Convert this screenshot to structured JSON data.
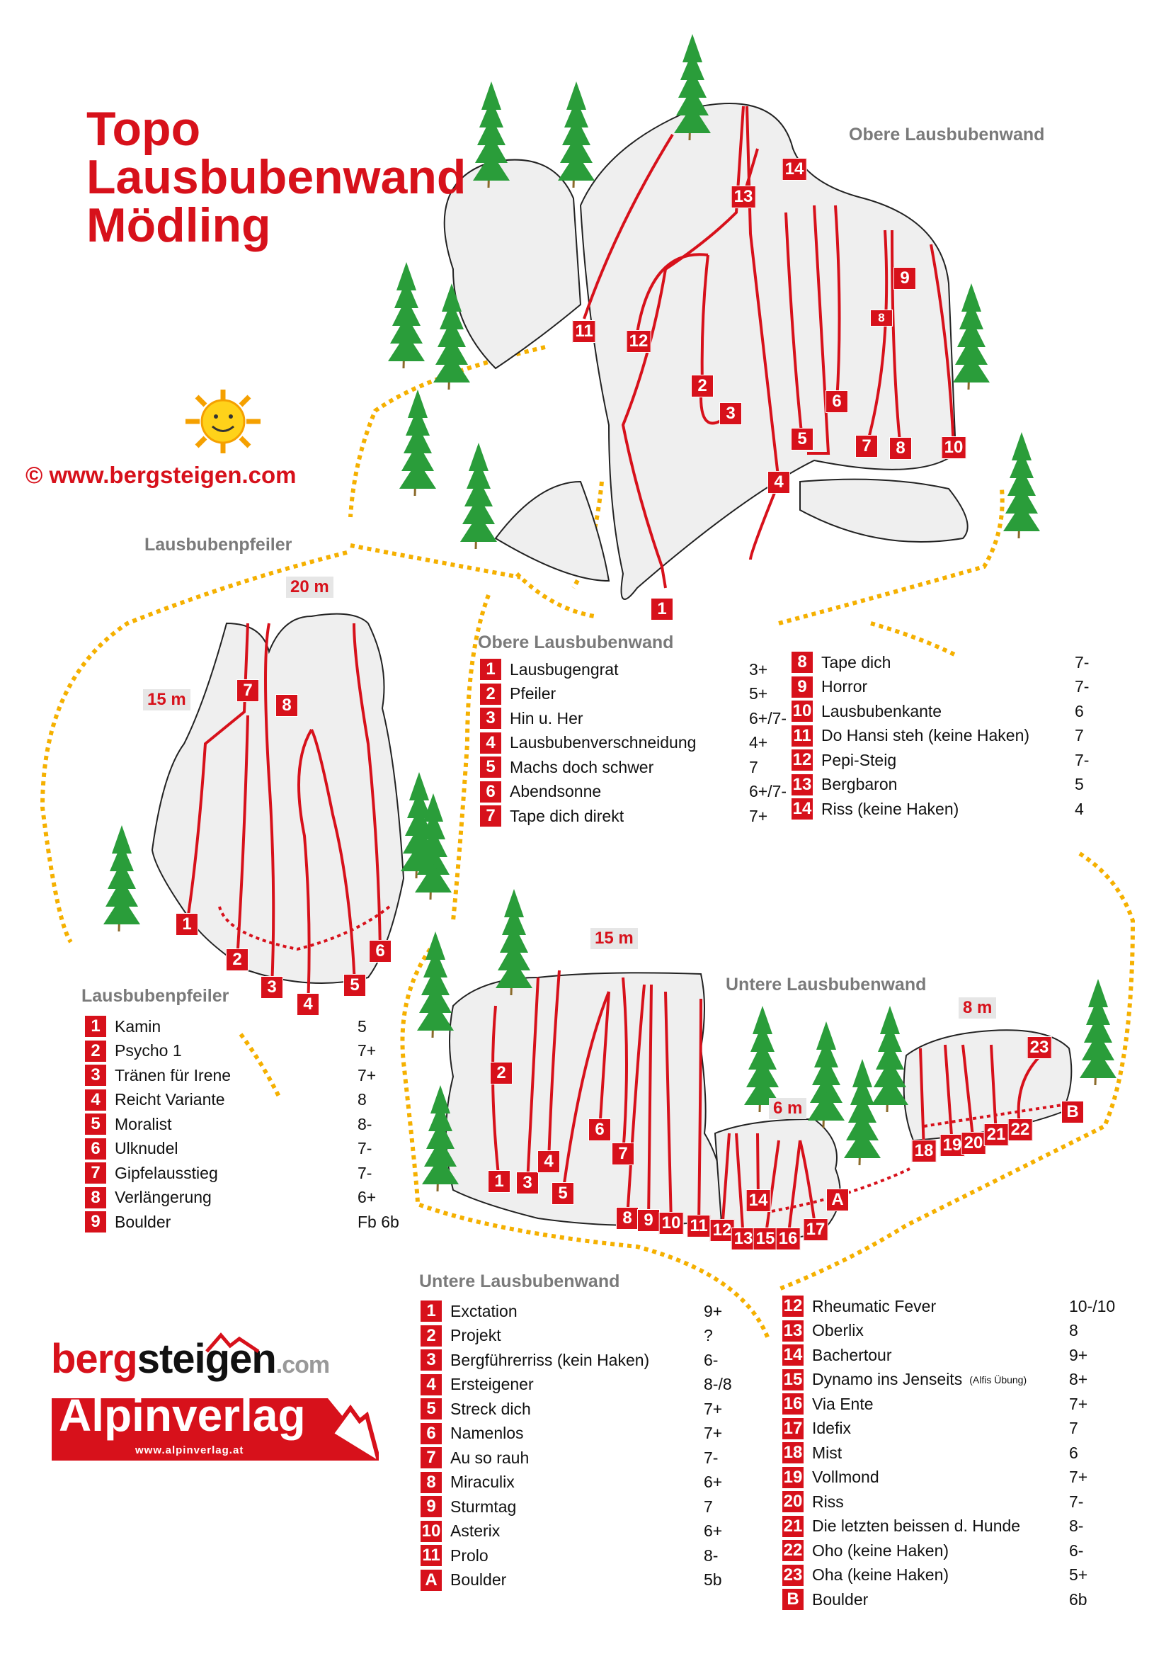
{
  "title": [
    "Topo",
    "Lausbubenwand",
    "Mödling"
  ],
  "copyright": "© www.bergsteigen.com",
  "labels": {
    "obere_diagram": "Obere Lausbubenwand",
    "pfeiler_diagram": "Lausbubenpfeiler",
    "untere_diagram": "Untere Lausbubenwand",
    "h20": "20 m",
    "h15a": "15 m",
    "h15b": "15 m",
    "h8": "8 m",
    "h6": "6 m"
  },
  "markers": {
    "obere": [
      "1",
      "2",
      "3",
      "4",
      "5",
      "6",
      "7",
      "8",
      "9",
      "10",
      "11",
      "12",
      "13",
      "14",
      "8"
    ],
    "pfeiler": [
      "1",
      "2",
      "3",
      "4",
      "5",
      "6",
      "7",
      "8"
    ],
    "untere": [
      "1",
      "2",
      "3",
      "4",
      "5",
      "6",
      "7",
      "8",
      "9",
      "10",
      "11",
      "12",
      "13",
      "14",
      "15",
      "16",
      "17",
      "18",
      "19",
      "20",
      "21",
      "22",
      "23",
      "A",
      "B"
    ]
  },
  "obere": {
    "heading": "Obere Lausbubenwand",
    "col1": [
      {
        "n": "1",
        "name": "Lausbugengrat",
        "grade": "3+"
      },
      {
        "n": "2",
        "name": "Pfeiler",
        "grade": "5+"
      },
      {
        "n": "3",
        "name": "Hin u. Her",
        "grade": "6+/7-"
      },
      {
        "n": "4",
        "name": "Lausbubenverschneidung",
        "grade": "4+"
      },
      {
        "n": "5",
        "name": "Machs doch schwer",
        "grade": "7"
      },
      {
        "n": "6",
        "name": "Abendsonne",
        "grade": "6+/7-"
      },
      {
        "n": "7",
        "name": "Tape dich direkt",
        "grade": "7+"
      }
    ],
    "col2": [
      {
        "n": "8",
        "name": "Tape dich",
        "grade": "7-"
      },
      {
        "n": "9",
        "name": "Horror",
        "grade": "7-"
      },
      {
        "n": "10",
        "name": "Lausbubenkante",
        "grade": "6"
      },
      {
        "n": "11",
        "name": "Do Hansi steh (keine Haken)",
        "grade": "7"
      },
      {
        "n": "12",
        "name": "Pepi-Steig",
        "grade": "7-"
      },
      {
        "n": "13",
        "name": "Bergbaron",
        "grade": "5"
      },
      {
        "n": "14",
        "name": "Riss (keine Haken)",
        "grade": "4"
      }
    ]
  },
  "pfeiler": {
    "heading": "Lausbubenpfeiler",
    "col1": [
      {
        "n": "1",
        "name": "Kamin",
        "grade": "5"
      },
      {
        "n": "2",
        "name": "Psycho 1",
        "grade": "7+"
      },
      {
        "n": "3",
        "name": "Tränen für Irene",
        "grade": "7+"
      },
      {
        "n": "4",
        "name": "Reicht Variante",
        "grade": "8"
      },
      {
        "n": "5",
        "name": "Moralist",
        "grade": "8-"
      },
      {
        "n": "6",
        "name": "Ulknudel",
        "grade": "7-"
      },
      {
        "n": "7",
        "name": "Gipfelausstieg",
        "grade": "7-"
      },
      {
        "n": "8",
        "name": "Verlängerung",
        "grade": "6+"
      },
      {
        "n": "9",
        "name": "Boulder",
        "grade": "Fb 6b"
      }
    ]
  },
  "untere": {
    "heading": "Untere Lausbubenwand",
    "col1": [
      {
        "n": "1",
        "name": "Exctation",
        "grade": "9+"
      },
      {
        "n": "2",
        "name": "Projekt",
        "grade": "?"
      },
      {
        "n": "3",
        "name": "Bergführerriss (kein Haken)",
        "grade": "6-"
      },
      {
        "n": "4",
        "name": "Ersteigener",
        "grade": "8-/8"
      },
      {
        "n": "5",
        "name": "Streck dich",
        "grade": "7+"
      },
      {
        "n": "6",
        "name": "Namenlos",
        "grade": "7+"
      },
      {
        "n": "7",
        "name": "Au so rauh",
        "grade": "7-"
      },
      {
        "n": "8",
        "name": "Miraculix",
        "grade": "6+"
      },
      {
        "n": "9",
        "name": "Sturmtag",
        "grade": "7"
      },
      {
        "n": "10",
        "name": "Asterix",
        "grade": "6+"
      },
      {
        "n": "11",
        "name": "Prolo",
        "grade": "8-"
      },
      {
        "n": "A",
        "name": "Boulder",
        "grade": "5b"
      }
    ],
    "col2": [
      {
        "n": "12",
        "name": "Rheumatic Fever",
        "grade": "10-/10"
      },
      {
        "n": "13",
        "name": "Oberlix",
        "grade": "8"
      },
      {
        "n": "14",
        "name": "Bachertour",
        "grade": "9+"
      },
      {
        "n": "15",
        "name": "Dynamo ins Jenseits",
        "note": "(Alfis Übung)",
        "grade": "8+"
      },
      {
        "n": "16",
        "name": "Via Ente",
        "grade": "7+"
      },
      {
        "n": "17",
        "name": "Idefix",
        "grade": "7"
      },
      {
        "n": "18",
        "name": "Mist",
        "grade": "6"
      },
      {
        "n": "19",
        "name": "Vollmond",
        "grade": "7+"
      },
      {
        "n": "20",
        "name": "Riss",
        "grade": "7-"
      },
      {
        "n": "21",
        "name": "Die letzten beissen d. Hunde",
        "grade": "8-"
      },
      {
        "n": "22",
        "name": "Oho  (keine Haken)",
        "grade": "6-"
      },
      {
        "n": "23",
        "name": "Oha  (keine Haken)",
        "grade": "5+"
      },
      {
        "n": "B",
        "name": "Boulder",
        "grade": "6b"
      }
    ]
  },
  "logos": {
    "bergsteigen": [
      "berg",
      "steigen",
      ".com"
    ],
    "alpinverlag": "Alpinverlag",
    "alpinverlag_url": "www.alpinverlag.at"
  },
  "colors": {
    "accent": "#d7111b",
    "path": "#f5b000",
    "tree": "#2a9d3a",
    "rock": "#eeeeee"
  }
}
